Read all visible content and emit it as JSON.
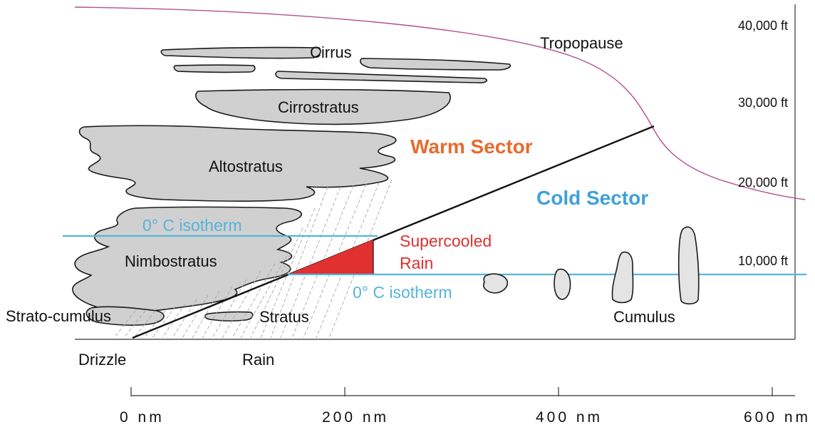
{
  "colors": {
    "cloud_fill": "#d0d0d0",
    "cumulus_fill": "#e4e4e4",
    "isotherm": "#55b4dc",
    "tropopause": "#b4508c",
    "warm_sector": "#e86a2c",
    "cold_sector": "#3fa0d8",
    "supercooled": "#e03030"
  },
  "altitudes": {
    "a40k": "40,000 ft",
    "a30k": "30,000 ft",
    "a20k": "20,000 ft",
    "a10k": "10,000 ft"
  },
  "distances": {
    "d0": "0 nm",
    "d200": "200 nm",
    "d400": "400 nm",
    "d600": "600 nm"
  },
  "labels": {
    "tropopause": "Tropopause",
    "cirrus": "Cirrus",
    "cirrostratus": "Cirrostratus",
    "altostratus": "Altostratus",
    "nimbostratus": "Nimbostratus",
    "stratocumulus": "Strato-cumulus",
    "stratus": "Stratus",
    "cumulus": "Cumulus",
    "drizzle": "Drizzle",
    "rain": "Rain",
    "warm_sector": "Warm Sector",
    "cold_sector": "Cold Sector",
    "supercooled_line1": "Supercooled",
    "supercooled_line2": "Rain",
    "isotherm_upper": "0° C isotherm",
    "isotherm_lower": "0° C isotherm"
  }
}
